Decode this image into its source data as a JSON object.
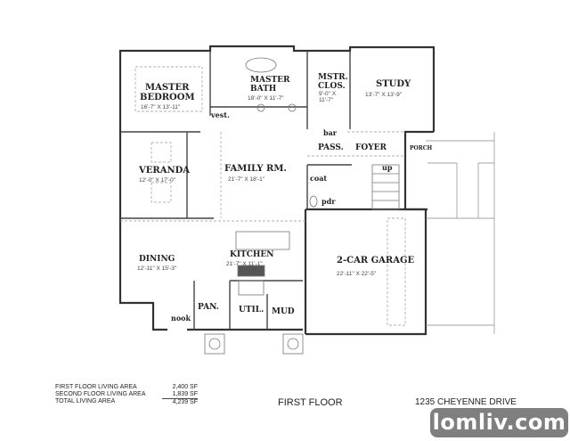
{
  "plan": {
    "rooms": [
      {
        "name": "MASTER",
        "name2": "BEDROOM",
        "dims": "16'-7\" X 13'-11\""
      },
      {
        "name": "MASTER",
        "name2": "BATH",
        "dims": "18'-0\" X 11'-7\""
      },
      {
        "name": "MSTR.",
        "name2": "CLOS.",
        "dims": "9'-0\" X",
        "dims2": "11'-7\""
      },
      {
        "name": "STUDY",
        "dims": "13'-7\" X 13'-9\""
      },
      {
        "name": "VERANDA",
        "dims": "12'-0\" X 17'-0\""
      },
      {
        "name": "FAMILY RM.",
        "dims": "21'-7\" X 18'-1\""
      },
      {
        "name": "DINING",
        "dims": "12'-11\" X 15'-3\""
      },
      {
        "name": "KITCHEN",
        "dims": "21'-7\" X 11'-1\""
      },
      {
        "name": "2-CAR GARAGE",
        "dims": "22'-11\" X 22'-5\""
      }
    ],
    "small_labels": {
      "vest": "vest.",
      "bar": "bar",
      "pass": "PASS.",
      "foyer": "FOYER",
      "porch": "PORCH",
      "up": "up",
      "coat": "coat",
      "pdr": "pdr",
      "pan": "PAN.",
      "util": "UTIL.",
      "mud": "MUD",
      "nook": "nook"
    }
  },
  "area_summary": [
    {
      "label": "FIRST FLOOR LIVING AREA",
      "value": "2,400 SF"
    },
    {
      "label": "SECOND FLOOR LIVING AREA",
      "value": "1,839 SF"
    },
    {
      "label": "TOTAL LIVING AREA",
      "value": "4,239 SF"
    }
  ],
  "floor_title": "FIRST FLOOR",
  "address": "1235 CHEYENNE DRIVE",
  "watermark": "lomliv.com"
}
